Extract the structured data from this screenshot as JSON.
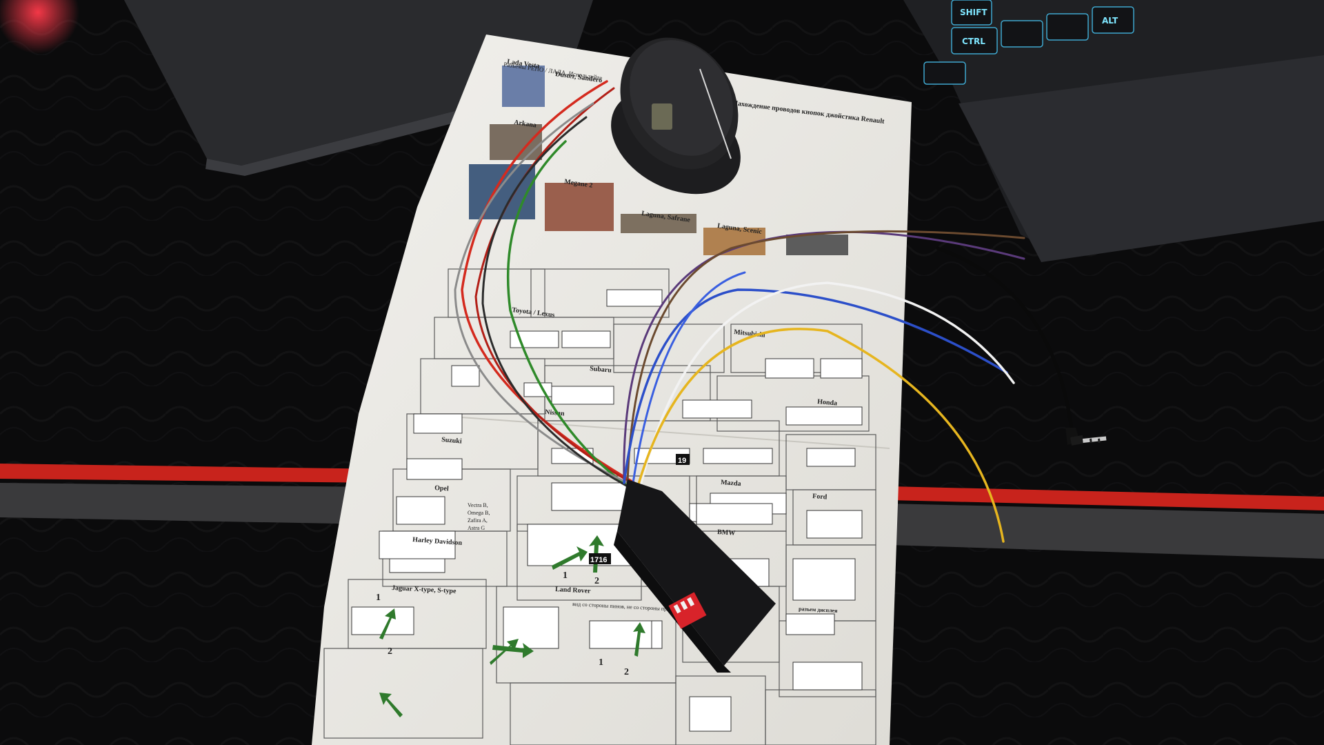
{
  "sheet": {
    "header": "Разъемы РЕНО / ЛАДА. Используйте",
    "right_title": "Нахождение проводов кнопок джойстика Renault",
    "section_labels": [
      "Lada Vesta",
      "Arkana",
      "Duster, Sandero",
      "Megane 2",
      "Laguna, Safrane",
      "Laguna, Scenic",
      "Toyota / Lexus",
      "Mitsubishi",
      "Subaru",
      "Nissan",
      "Suzuki",
      "Honda",
      "Opel",
      "Mazda",
      "Ford",
      "BMW",
      "Harley Davidson",
      "Jaguar X-type, S-type",
      "Land Rover"
    ],
    "note_pinout": "вид со стороны пинов, не со стороны проводов",
    "note_opel_models": [
      "Vectra B,",
      "Omega B,",
      "Zafira A,",
      "Astra G"
    ],
    "connector_code": "1716",
    "connector_number": "19",
    "arrow_labels": [
      "1",
      "2"
    ],
    "display_connector_label": "разъем дисплея"
  },
  "keyboard": {
    "keys": [
      "SHIFT",
      "CTRL",
      "ALT"
    ]
  },
  "colors": {
    "mat": "#0b0b0c",
    "mat_stripe_red": "#c8231c",
    "paper": "#ecebe6",
    "wire_red": "#d42a1e",
    "wire_green": "#2f8a2a",
    "wire_blue": "#2c4fc9",
    "wire_yellow": "#e6b51f",
    "wire_white": "#f2f2f2",
    "wire_purple": "#5a3a7a",
    "wire_brown": "#6b4a2f",
    "switch_red": "#d8232a",
    "key_glow": "#6fd8ff"
  }
}
